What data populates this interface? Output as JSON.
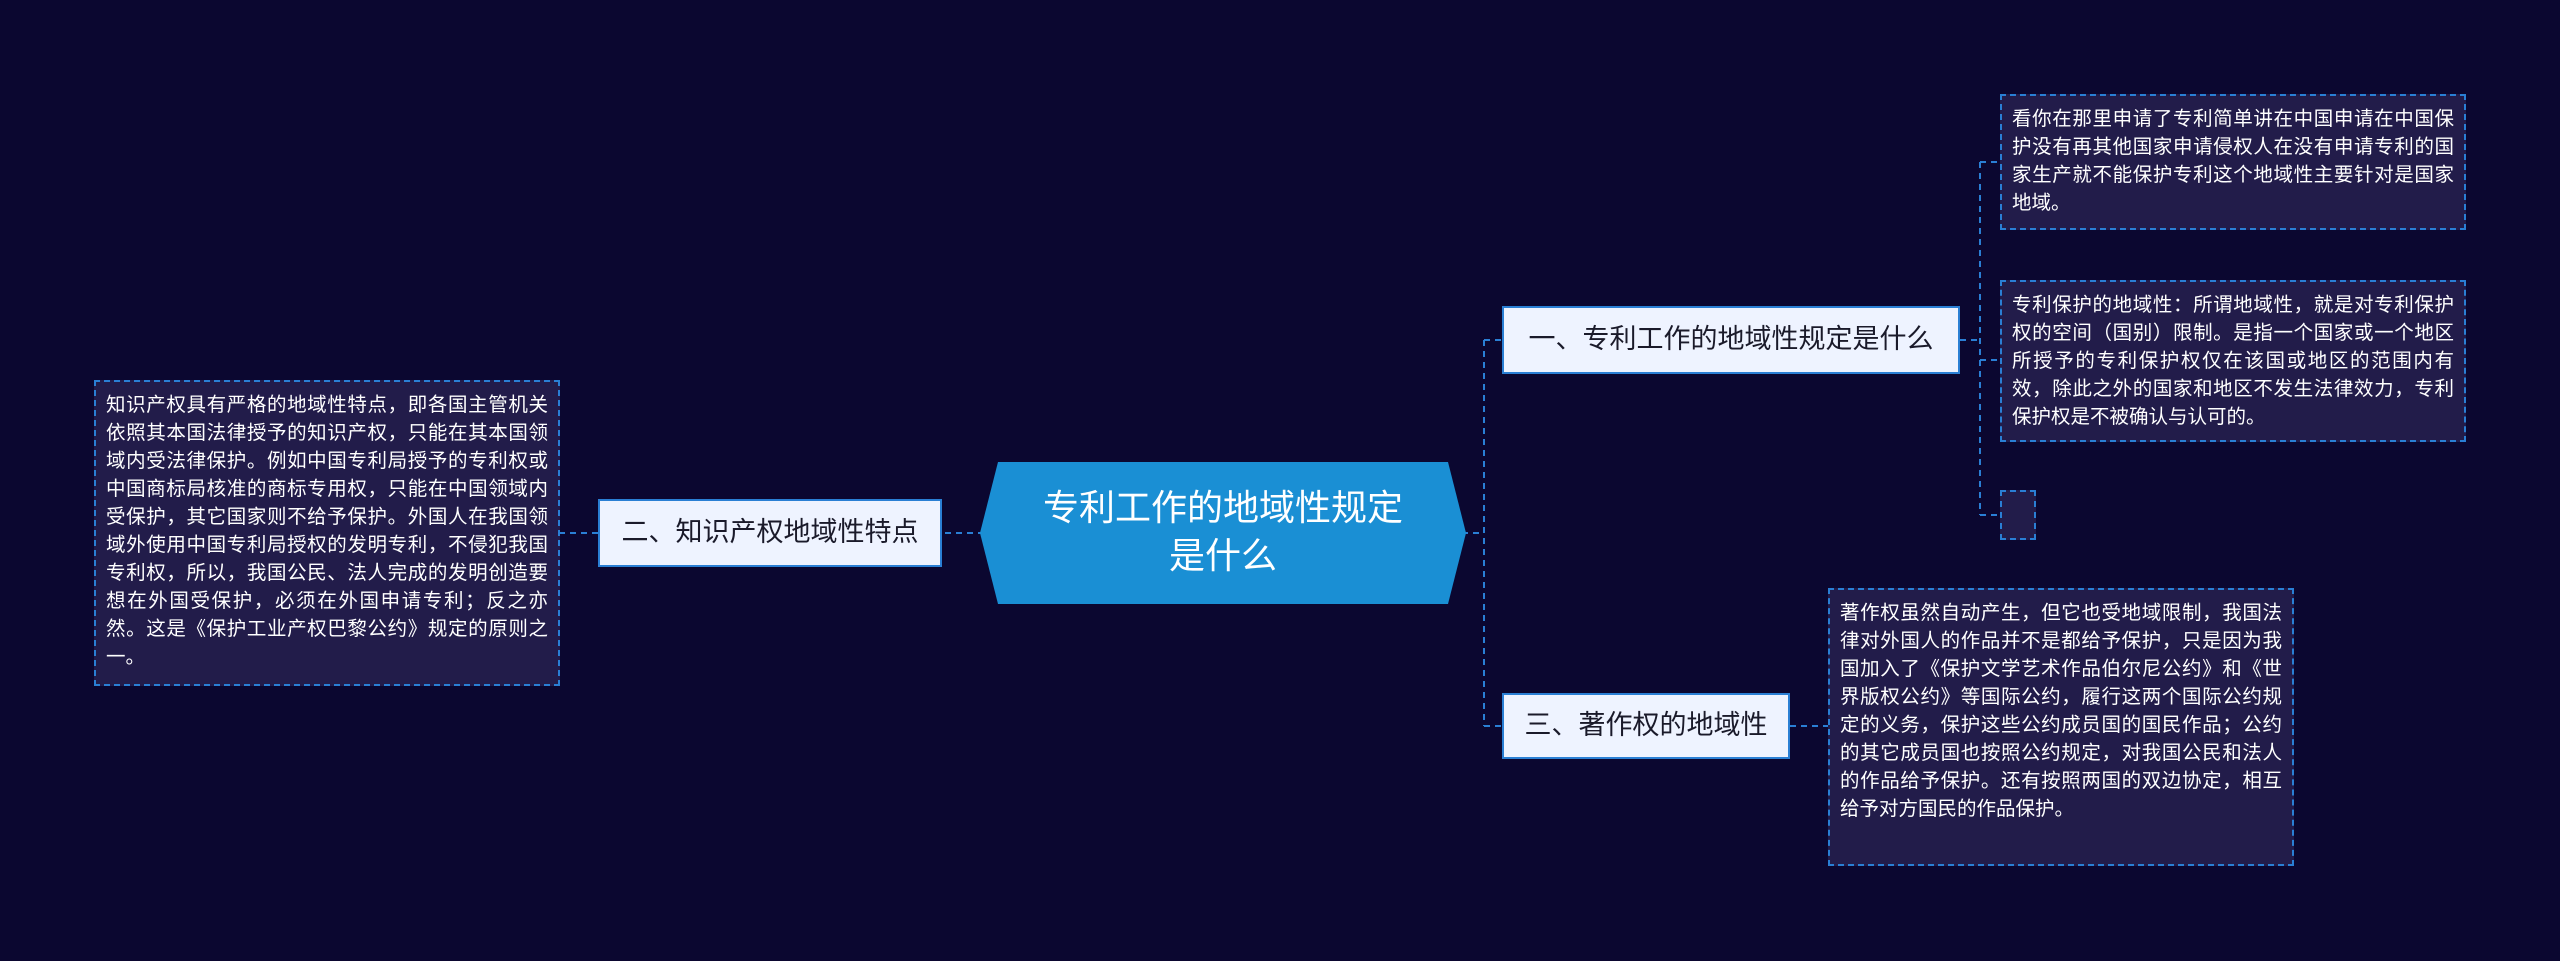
{
  "mindmap": {
    "root": {
      "label": "专利工作的地域性规定是什么"
    },
    "branches": [
      {
        "label": "一、专利工作的地域性规定是什么",
        "children": [
          "看你在那里申请了专利简单讲在中国申请在中国保护没有再其他国家申请侵权人在没有申请专利的国家生产就不能保护专利这个地域性主要针对是国家地域。",
          "专利保护的地域性：所谓地域性，就是对专利保护权的空间（国别）限制。是指一个国家或一个地区所授予的专利保护权仅在该国或地区的范围内有效，除此之外的国家和地区不发生法律效力，专利保护权是不被确认与认可的。",
          ""
        ]
      },
      {
        "label": "三、著作权的地域性",
        "children": [
          "著作权虽然自动产生，但它也受地域限制，我国法律对外国人的作品并不是都给予保护，只是因为我国加入了《保护文学艺术作品伯尔尼公约》和《世界版权公约》等国际公约，履行这两个国际公约规定的义务，保护这些公约成员国的国民作品；公约的其它成员国也按照公约规定，对我国公民和法人的作品给予保护。还有按照两国的双边协定，相互给予对方国民的作品保护。"
        ]
      },
      {
        "label": "二、知识产权地域性特点",
        "children": [
          "知识产权具有严格的地域性特点，即各国主管机关依照其本国法律授予的知识产权，只能在其本国领域内受法律保护。例如中国专利局授予的专利权或中国商标局核准的商标专用权，只能在中国领域内受保护，其它国家则不给予保护。外国人在我国领域外使用中国专利局授权的发明专利，不侵犯我国专利权，所以，我国公民、法人完成的发明创造要想在外国受保护，必须在外国申请专利；反之亦然。这是《保护工业产权巴黎公约》规定的原则之一。"
        ]
      }
    ]
  },
  "colors": {
    "background": "#0b0730",
    "root_fill": "#1a8fd4",
    "branch_fill": "#eef3ff",
    "leaf_fill": "#221c4a",
    "connector": "#2a7fd4"
  }
}
